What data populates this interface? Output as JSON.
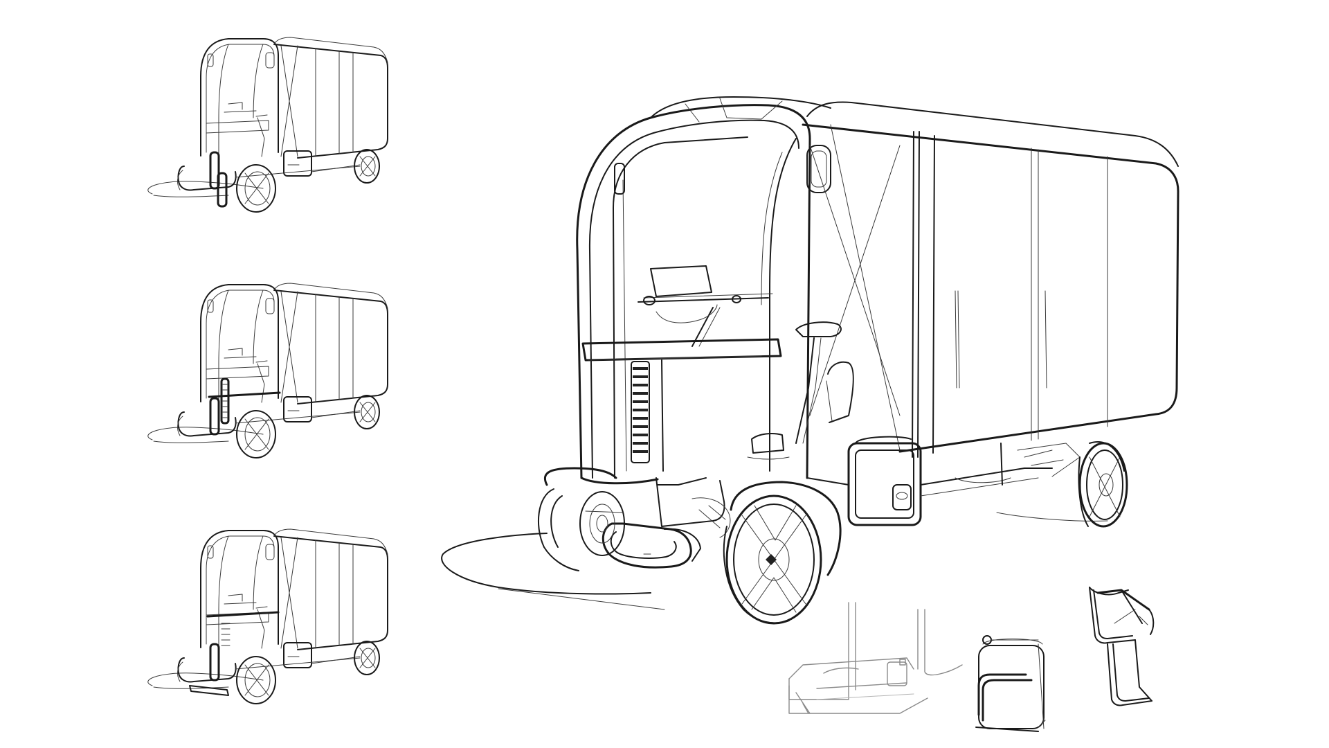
{
  "page": {
    "background": "#ffffff"
  },
  "sketch": {
    "ink_color": "#1a1a1a",
    "light_ink_color": "#8a8a8a",
    "views": [
      {
        "id": "variant-1"
      },
      {
        "id": "variant-2"
      },
      {
        "id": "variant-3"
      },
      {
        "id": "main-view"
      },
      {
        "id": "detail-chassis"
      },
      {
        "id": "detail-battery"
      },
      {
        "id": "detail-seat-frame"
      }
    ]
  }
}
